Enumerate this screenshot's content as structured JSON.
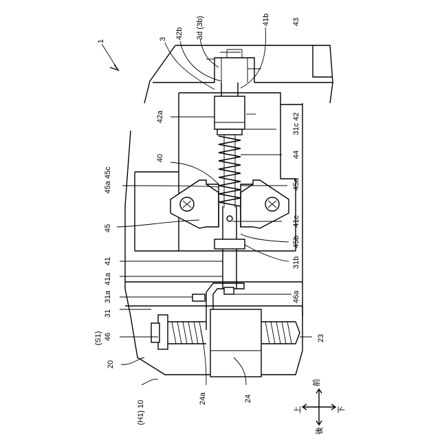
{
  "labels": {
    "fig_ref": "1",
    "l3": "3",
    "l42b": "42b",
    "l3d": "3d (3b)",
    "l41b": "41b",
    "l43": "43",
    "l42a": "42a",
    "l31c_42": "31c 42",
    "l40": "40",
    "l44": "44",
    "l45a45c": "45a 45c",
    "l45a_r": "45a",
    "l45": "45",
    "l41c": "41c",
    "l45b": "45b",
    "l31b": "31b",
    "l41": "41",
    "l41a": "41a",
    "l31a": "31a",
    "l46a": "46a",
    "l31": "31",
    "l46": "46",
    "l23": "23",
    "l20": "20",
    "l24a": "24a",
    "l24": "24",
    "l10": "(H1) 10",
    "lS1": "(S1)"
  },
  "directions": {
    "front": "前",
    "rear": "後",
    "up": "上",
    "down": "下"
  }
}
